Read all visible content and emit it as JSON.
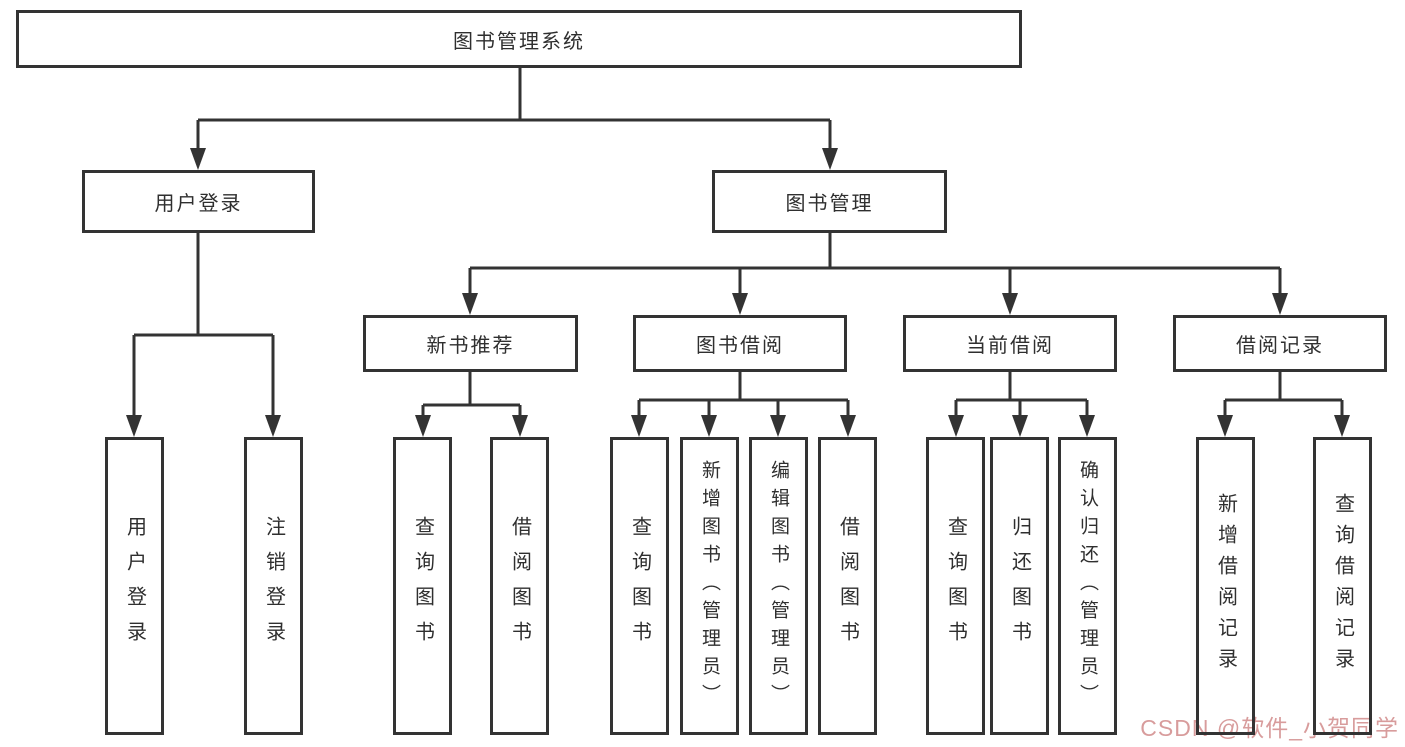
{
  "diagram": {
    "root": "图书管理系统",
    "level2": [
      "用户登录",
      "图书管理"
    ],
    "level3": [
      "新书推荐",
      "图书借阅",
      "当前借阅",
      "借阅记录"
    ],
    "leaves": {
      "user_login": [
        "用户登录",
        "注销登录"
      ],
      "new_book_recommend": [
        "查询图书",
        "借阅图书"
      ],
      "book_borrow": [
        "查询图书",
        "新增图书（管理员）",
        "编辑图书（管理员）",
        "借阅图书"
      ],
      "current_borrow": [
        "查询图书",
        "归还图书",
        "确认归还（管理员）"
      ],
      "borrow_records": [
        "新增借阅记录",
        "查询借阅记录"
      ]
    },
    "colors": {
      "line": "#333333",
      "text": "#2f2f2f",
      "background": "#ffffff",
      "watermark": "#d89c9c"
    }
  },
  "watermark": "CSDN @软件_小贺同学"
}
